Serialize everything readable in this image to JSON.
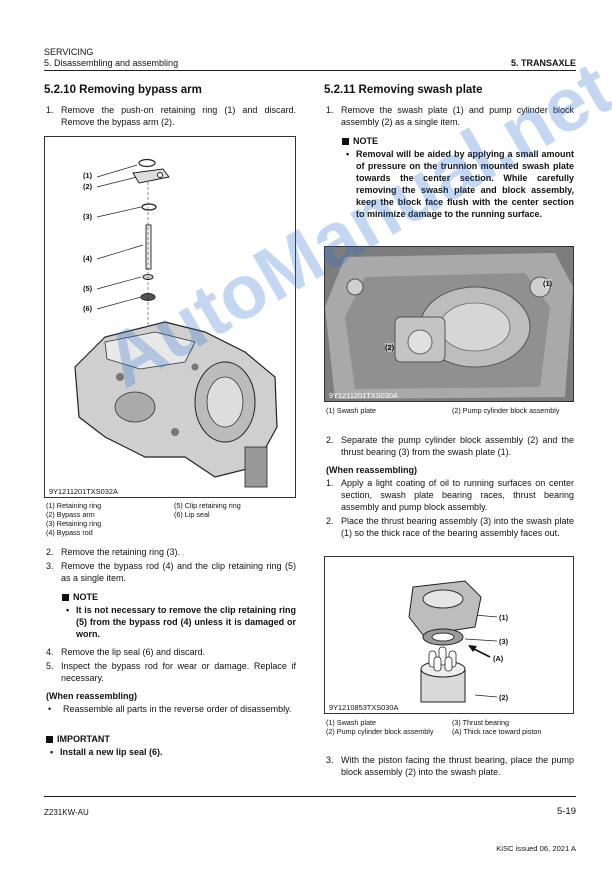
{
  "header": {
    "section": "SERVICING",
    "subsection": "5. Disassembling and assembling",
    "chapter": "5. TRANSAXLE"
  },
  "left": {
    "title": "5.2.10 Removing bypass arm",
    "step1": {
      "num": "1.",
      "text": "Remove the push-on retaining ring (1) and discard. Remove the bypass arm (2)."
    },
    "figure": {
      "code": "9Y1211201TXS032A",
      "labels": [
        "(1)",
        "(2)",
        "(3)",
        "(4)",
        "(5)",
        "(6)"
      ]
    },
    "captions": [
      {
        "num": "(1)",
        "text": "Retaining ring"
      },
      {
        "num": "(2)",
        "text": "Bypass arm"
      },
      {
        "num": "(3)",
        "text": "Retaining ring"
      },
      {
        "num": "(4)",
        "text": "Bypass rod"
      },
      {
        "num": "(5)",
        "text": "Clip retaining ring"
      },
      {
        "num": "(6)",
        "text": "Lip seal"
      }
    ],
    "step2": {
      "num": "2.",
      "text": "Remove the retaining ring (3)."
    },
    "step3": {
      "num": "3.",
      "text": "Remove the bypass rod (4) and the clip retaining ring (5) as a single item."
    },
    "note_label": "NOTE",
    "note_text": "It is not necessary to remove the clip retaining ring (5) from the bypass rod (4) unless it is damaged or worn.",
    "step4": {
      "num": "4.",
      "text": "Remove the lip seal (6) and discard."
    },
    "step5": {
      "num": "5.",
      "text": "Inspect the bypass rod for wear or damage. Replace if necessary."
    },
    "reassembling": "(When reassembling)",
    "reassemble_text": "Reassemble all parts in the reverse order of disassembly.",
    "important_label": "IMPORTANT",
    "important_text": "Install a new lip seal (6)."
  },
  "right": {
    "title": "5.2.11 Removing swash plate",
    "step1": {
      "num": "1.",
      "text": "Remove the swash plate (1) and pump cylinder block assembly (2) as a single item."
    },
    "note_label": "NOTE",
    "note_text": "Removal will be aided by applying a small amount of pressure on the trunnion mounted swash plate towards the center section. While carefully removing the swash plate and block assembly, keep the block face flush with the center section to minimize damage to the running surface.",
    "photo": {
      "code": "9Y1211201TXS030A",
      "label1": "(1)",
      "label2": "(2)"
    },
    "photo_captions": [
      {
        "num": "(1)",
        "text": "Swash plate"
      },
      {
        "num": "(2)",
        "text": "Pump cylinder block assembly"
      }
    ],
    "step2": {
      "num": "2.",
      "text": "Separate the pump cylinder block assembly (2) and the thrust bearing (3) from the swash plate (1)."
    },
    "reassembling": "(When reassembling)",
    "r_step1": {
      "num": "1.",
      "text": "Apply a light coating of oil to running surfaces on center section, swash plate bearing races, thrust bearing assembly and pump block assembly."
    },
    "r_step2": {
      "num": "2.",
      "text": "Place the thrust bearing assembly (3) into the swash plate (1) so the thick race of the bearing assembly faces out."
    },
    "figure2": {
      "code": "9Y1210853TXS030A",
      "labels": [
        "(1)",
        "(3)",
        "(A)",
        "(2)"
      ]
    },
    "fig2_captions": [
      {
        "num": "(1)",
        "text": "Swash plate"
      },
      {
        "num": "(2)",
        "text": "Pump cylinder block assembly"
      },
      {
        "num": "(3)",
        "text": "Thrust bearing"
      },
      {
        "num": "(A)",
        "text": "Thick race toward piston"
      }
    ],
    "r_step3": {
      "num": "3.",
      "text": "With the piston facing the thrust bearing, place the pump block assembly (2) into the swash plate."
    }
  },
  "footer": {
    "model": "Z231KW-AU",
    "page": "5-19",
    "issued": "KiSC issued 06, 2021 A"
  },
  "watermark": "AutoManual.net"
}
